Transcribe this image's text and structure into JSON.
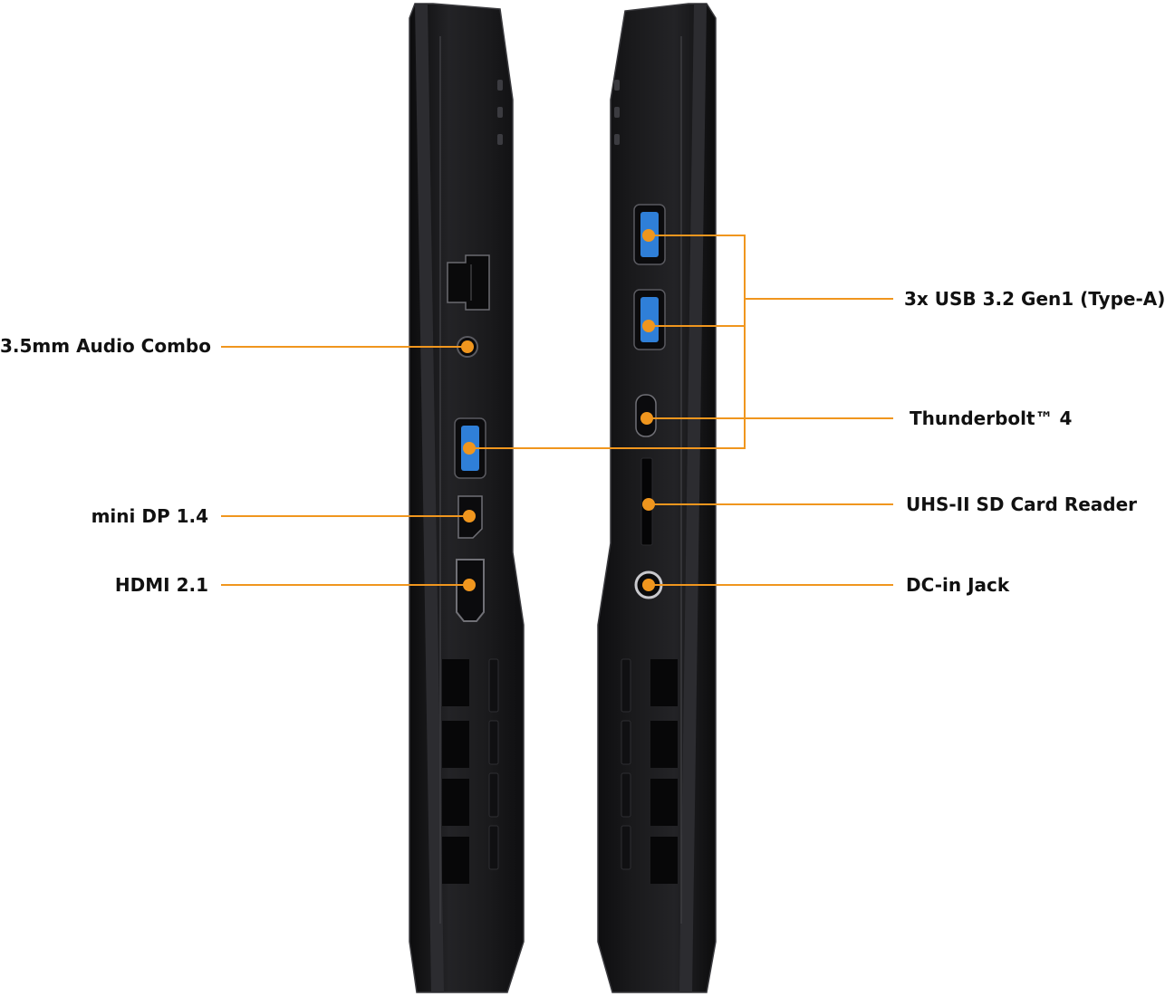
{
  "colors": {
    "background": "#ffffff",
    "callout": "#f0961e",
    "chassis": "#1e1e20",
    "chassis_dark": "#0c0c0d",
    "chassis_edge": "#3a3a3e",
    "usb_blue": "#2f7fd8",
    "text": "#111111"
  },
  "left_side": {
    "callouts": [
      {
        "id": "audio",
        "label": "3.5mm Audio Combo"
      },
      {
        "id": "minidp",
        "label": "mini DP 1.4"
      },
      {
        "id": "hdmi",
        "label": "HDMI 2.1"
      }
    ]
  },
  "right_side": {
    "callouts": [
      {
        "id": "usb",
        "label": "3x USB 3.2 Gen1 (Type-A)"
      },
      {
        "id": "thunderbolt",
        "label": "Thunderbolt™ 4"
      },
      {
        "id": "sd",
        "label": "UHS-II SD Card Reader"
      },
      {
        "id": "dc",
        "label": "DC-in Jack"
      }
    ]
  }
}
